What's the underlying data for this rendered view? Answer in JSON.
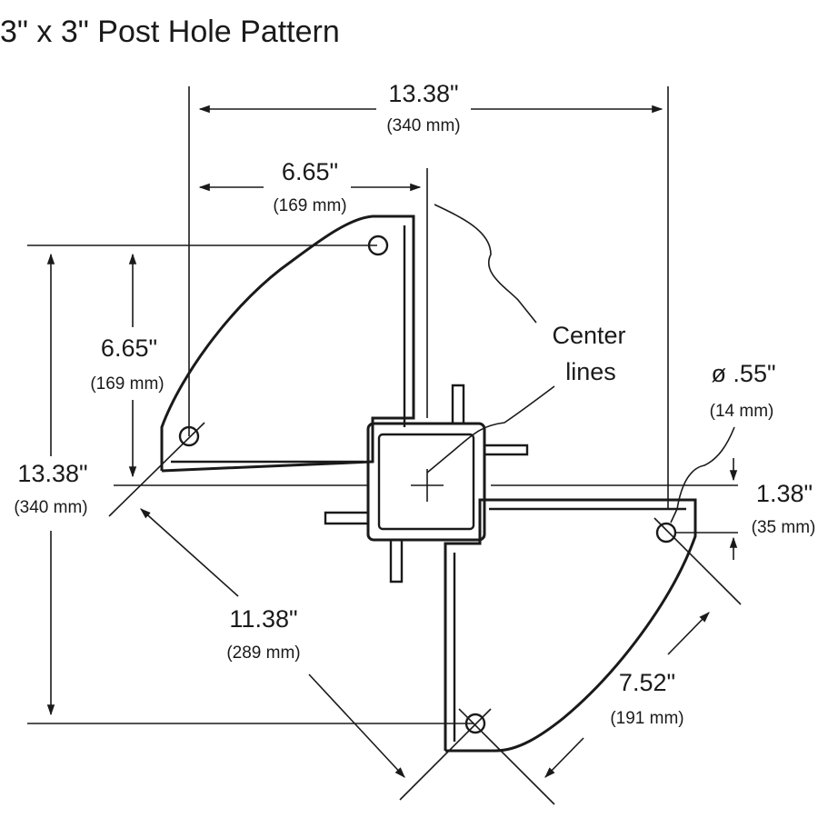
{
  "title": "3\" x 3\" Post Hole Pattern",
  "dimensions": {
    "top_width": {
      "inches": "13.38\"",
      "mm": "(340 mm)"
    },
    "top_half": {
      "inches": "6.65\"",
      "mm": "(169 mm)"
    },
    "left_height": {
      "inches": "13.38\"",
      "mm": "(340 mm)"
    },
    "left_half": {
      "inches": "6.65\"",
      "mm": "(169 mm)"
    },
    "diagonal": {
      "inches": "11.38\"",
      "mm": "(289 mm)"
    },
    "short_diagonal": {
      "inches": "7.52\"",
      "mm": "(191 mm)"
    },
    "offset": {
      "inches": "1.38\"",
      "mm": "(35 mm)"
    },
    "hole_diameter": {
      "inches": "ø .55\"",
      "mm": "(14 mm)"
    }
  },
  "labels": {
    "center_lines_1": "Center",
    "center_lines_2": "lines"
  }
}
